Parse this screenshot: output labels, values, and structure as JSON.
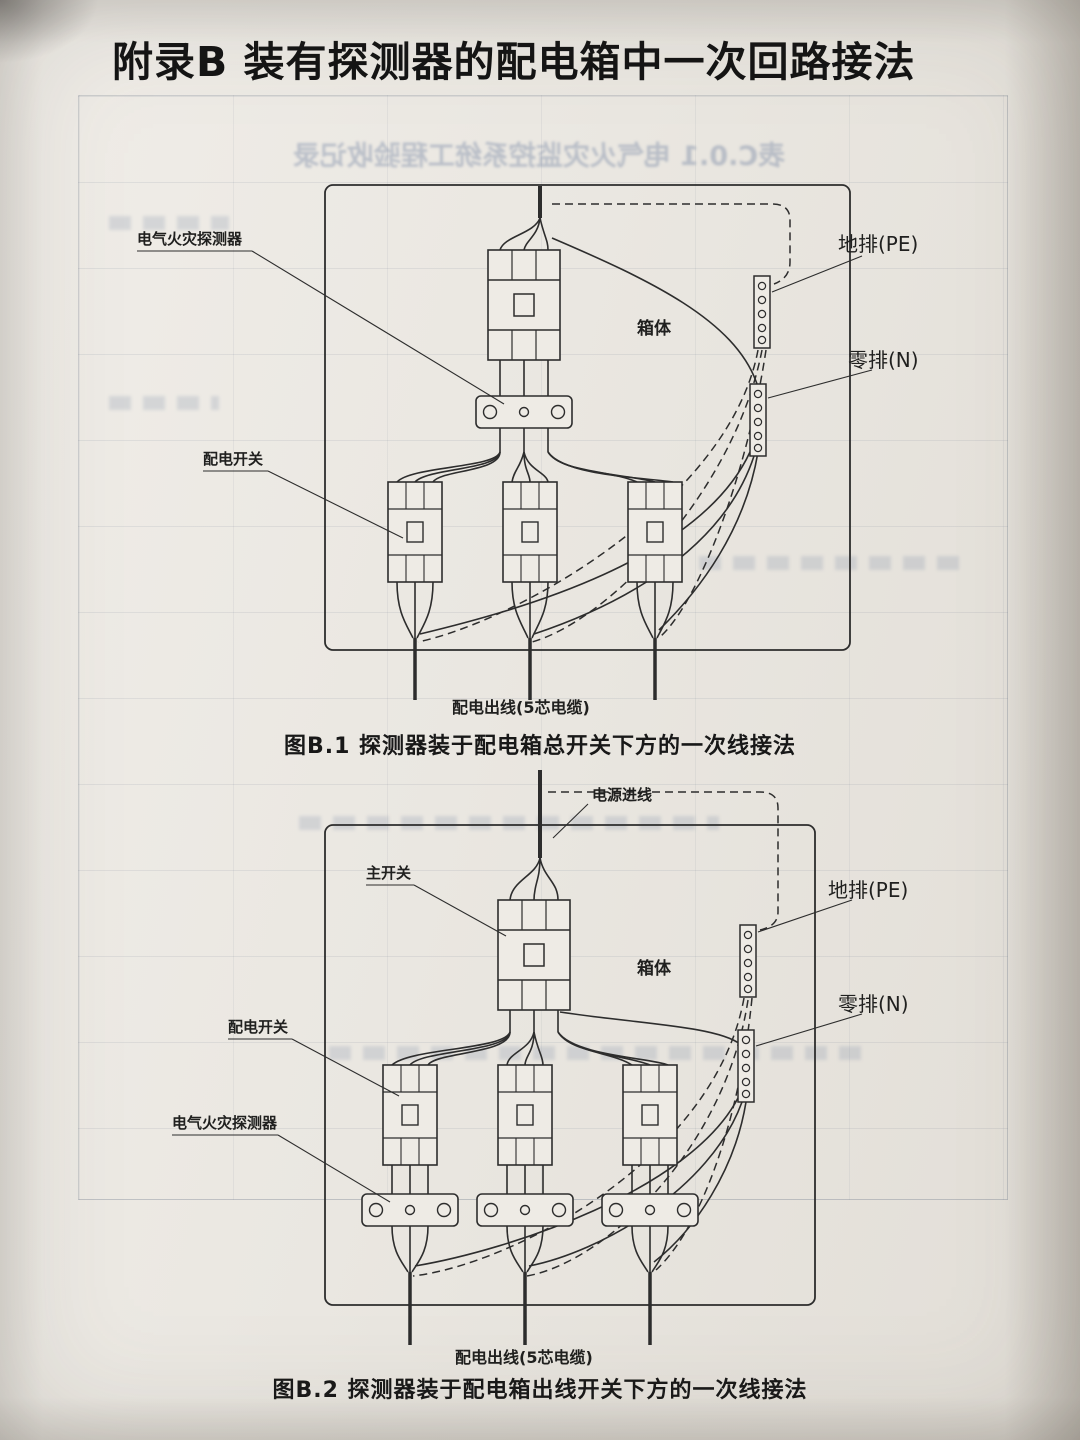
{
  "page": {
    "title": "附录B 装有探测器的配电箱中一次回路接法"
  },
  "bleedthrough": {
    "heading": "表C.0.1 电气火灾监控系统工程验收记录"
  },
  "figure1": {
    "caption": "图B.1 探测器装于配电箱总开关下方的一次线接法",
    "labels": {
      "detector": "电气火灾探测器",
      "enclosure": "箱体",
      "pe_bus": "地排(PE)",
      "n_bus": "零排(N)",
      "distribution_switch": "配电开关",
      "outgoing": "配电出线(5芯电缆)"
    }
  },
  "figure2": {
    "caption": "图B.2 探测器装于配电箱出线开关下方的一次线接法",
    "labels": {
      "incoming": "电源进线",
      "main_switch": "主开关",
      "enclosure": "箱体",
      "pe_bus": "地排(PE)",
      "n_bus": "零排(N)",
      "distribution_switch": "配电开关",
      "detector": "电气火灾探测器",
      "outgoing": "配电出线(5芯电缆)"
    }
  }
}
